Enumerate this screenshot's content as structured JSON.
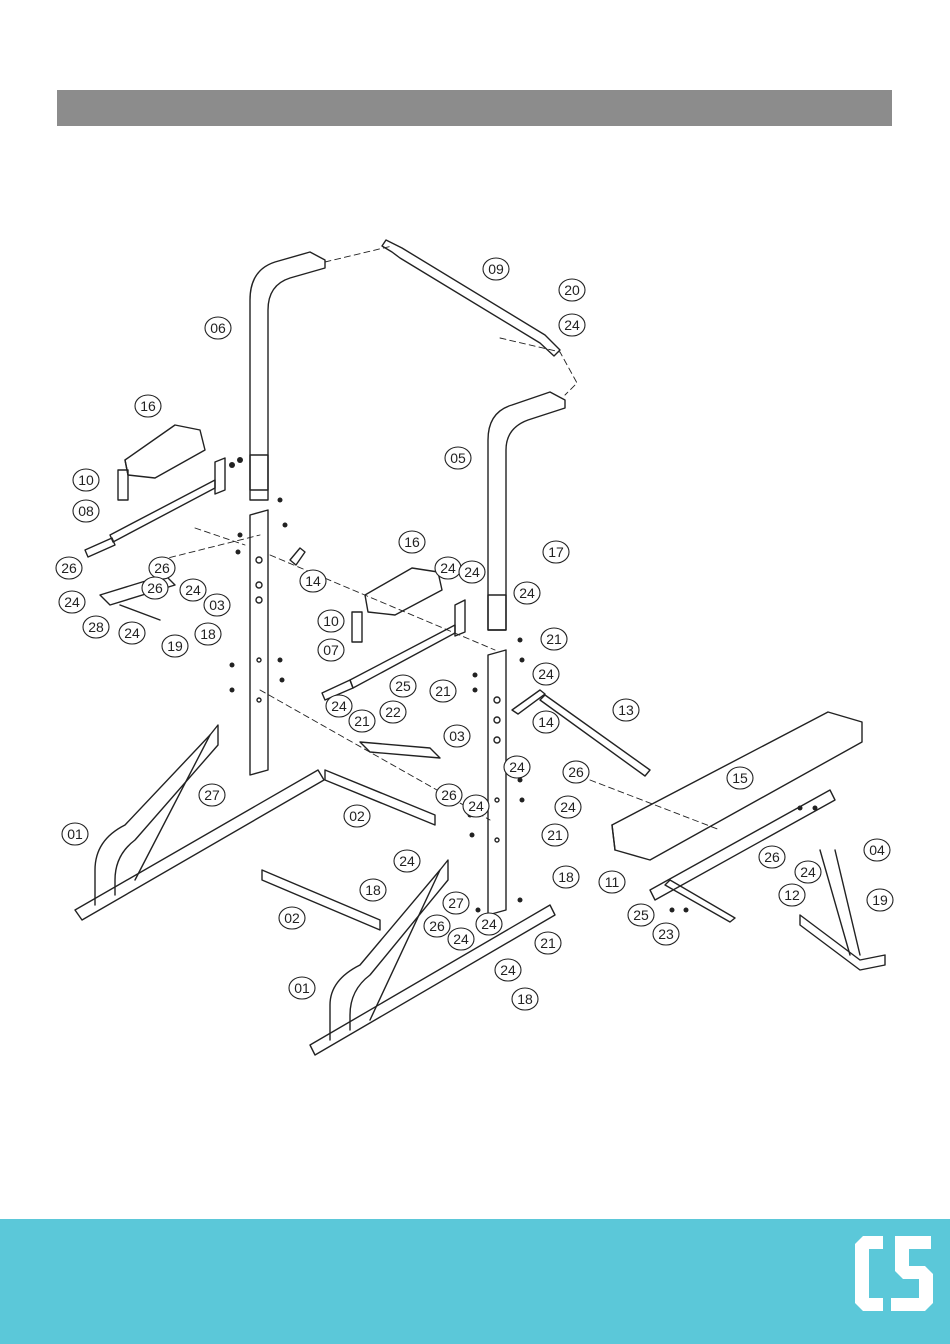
{
  "header": {
    "title": ""
  },
  "diagram": {
    "labels": [
      {
        "id": "09",
        "text": "09"
      },
      {
        "id": "20",
        "text": "20"
      },
      {
        "id": "24a",
        "text": "24"
      },
      {
        "id": "06",
        "text": "06"
      },
      {
        "id": "16a",
        "text": "16"
      },
      {
        "id": "05",
        "text": "05"
      },
      {
        "id": "10a",
        "text": "10"
      },
      {
        "id": "08",
        "text": "08"
      },
      {
        "id": "16b",
        "text": "16"
      },
      {
        "id": "17",
        "text": "17"
      },
      {
        "id": "26a",
        "text": "26"
      },
      {
        "id": "24b",
        "text": "24"
      },
      {
        "id": "26b",
        "text": "26"
      },
      {
        "id": "24c",
        "text": "24"
      },
      {
        "id": "24d",
        "text": "24"
      },
      {
        "id": "26c",
        "text": "26"
      },
      {
        "id": "24e",
        "text": "24"
      },
      {
        "id": "14a",
        "text": "14"
      },
      {
        "id": "03a",
        "text": "03"
      },
      {
        "id": "24f",
        "text": "24"
      },
      {
        "id": "18a",
        "text": "18"
      },
      {
        "id": "28",
        "text": "28"
      },
      {
        "id": "24g",
        "text": "24"
      },
      {
        "id": "19a",
        "text": "19"
      },
      {
        "id": "10b",
        "text": "10"
      },
      {
        "id": "21a",
        "text": "21"
      },
      {
        "id": "07",
        "text": "07"
      },
      {
        "id": "24h",
        "text": "24"
      },
      {
        "id": "25a",
        "text": "25"
      },
      {
        "id": "21b",
        "text": "21"
      },
      {
        "id": "24i",
        "text": "24"
      },
      {
        "id": "21c",
        "text": "21"
      },
      {
        "id": "22",
        "text": "22"
      },
      {
        "id": "14b",
        "text": "14"
      },
      {
        "id": "13",
        "text": "13"
      },
      {
        "id": "03b",
        "text": "03"
      },
      {
        "id": "24j",
        "text": "24"
      },
      {
        "id": "26d",
        "text": "26"
      },
      {
        "id": "15",
        "text": "15"
      },
      {
        "id": "27a",
        "text": "27"
      },
      {
        "id": "26e",
        "text": "26"
      },
      {
        "id": "24k",
        "text": "24"
      },
      {
        "id": "24l",
        "text": "24"
      },
      {
        "id": "02a",
        "text": "02"
      },
      {
        "id": "21d",
        "text": "21"
      },
      {
        "id": "01a",
        "text": "01"
      },
      {
        "id": "04",
        "text": "04"
      },
      {
        "id": "26f",
        "text": "26"
      },
      {
        "id": "24m",
        "text": "24"
      },
      {
        "id": "24n",
        "text": "24"
      },
      {
        "id": "18b",
        "text": "18"
      },
      {
        "id": "18c",
        "text": "18"
      },
      {
        "id": "11",
        "text": "11"
      },
      {
        "id": "12",
        "text": "12"
      },
      {
        "id": "19b",
        "text": "19"
      },
      {
        "id": "27b",
        "text": "27"
      },
      {
        "id": "24o",
        "text": "24"
      },
      {
        "id": "02b",
        "text": "02"
      },
      {
        "id": "25b",
        "text": "25"
      },
      {
        "id": "26g",
        "text": "26"
      },
      {
        "id": "24p",
        "text": "24"
      },
      {
        "id": "21e",
        "text": "21"
      },
      {
        "id": "23",
        "text": "23"
      },
      {
        "id": "24q",
        "text": "24"
      },
      {
        "id": "01b",
        "text": "01"
      },
      {
        "id": "18d",
        "text": "18"
      }
    ]
  },
  "footer": {
    "logo": "CS",
    "logo_icon": "cs-logo-icon",
    "color": "#5bc8d9"
  },
  "colors": {
    "header_bar": "#8c8c8c",
    "footer": "#5bc8d9",
    "line": "#222222"
  }
}
